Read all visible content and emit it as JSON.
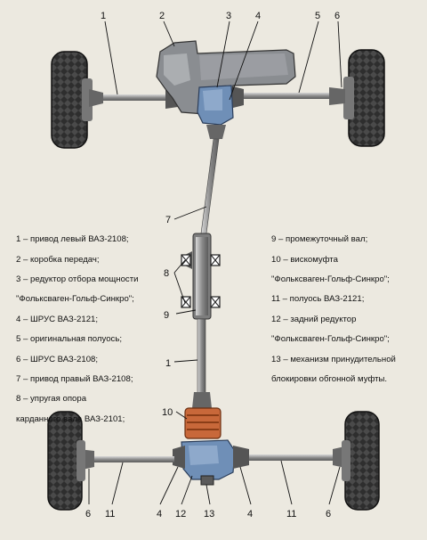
{
  "callouts": {
    "top": [
      "1",
      "2",
      "3",
      "4",
      "5",
      "6"
    ],
    "middle_7": "7",
    "middle_8": "8",
    "middle_9": "9",
    "middle_1": "1",
    "middle_10": "10",
    "bottom": [
      "6",
      "11",
      "4",
      "12",
      "13",
      "4",
      "11",
      "6"
    ]
  },
  "legend_left": [
    "1 – привод левый ВАЗ-2108;",
    "2 – коробка передач;",
    "3 – редуктор отбора мощности",
    "\"Фольксваген-Гольф-Синкро\";",
    "4 – ШРУС ВАЗ-2121;",
    "5 – оригинальная полуось;",
    "6 – ШРУС ВАЗ-2108;",
    "7 – привод правый ВАЗ-2108;",
    "8 – упругая опора",
    "карданного вала ВАЗ-2101;"
  ],
  "legend_right": [
    "9 – промежуточный вал;",
    "10 – вискомуфта",
    "\"Фольксваген-Гольф-Синкро\";",
    "11 – полуось ВАЗ-2121;",
    "12 – задний редуктор",
    "\"Фольксваген-Гольф-Синкро\";",
    "13 – механизм принудительной",
    "блокировки обгонной муфты."
  ],
  "colors": {
    "background": "#ece9e0",
    "tire": "#2e2e2e",
    "metal": "#9a9a9a",
    "gearbox": "#8a8d91",
    "transfer_case": "#6f8fb7",
    "viscous_coupling": "#c8683a"
  }
}
